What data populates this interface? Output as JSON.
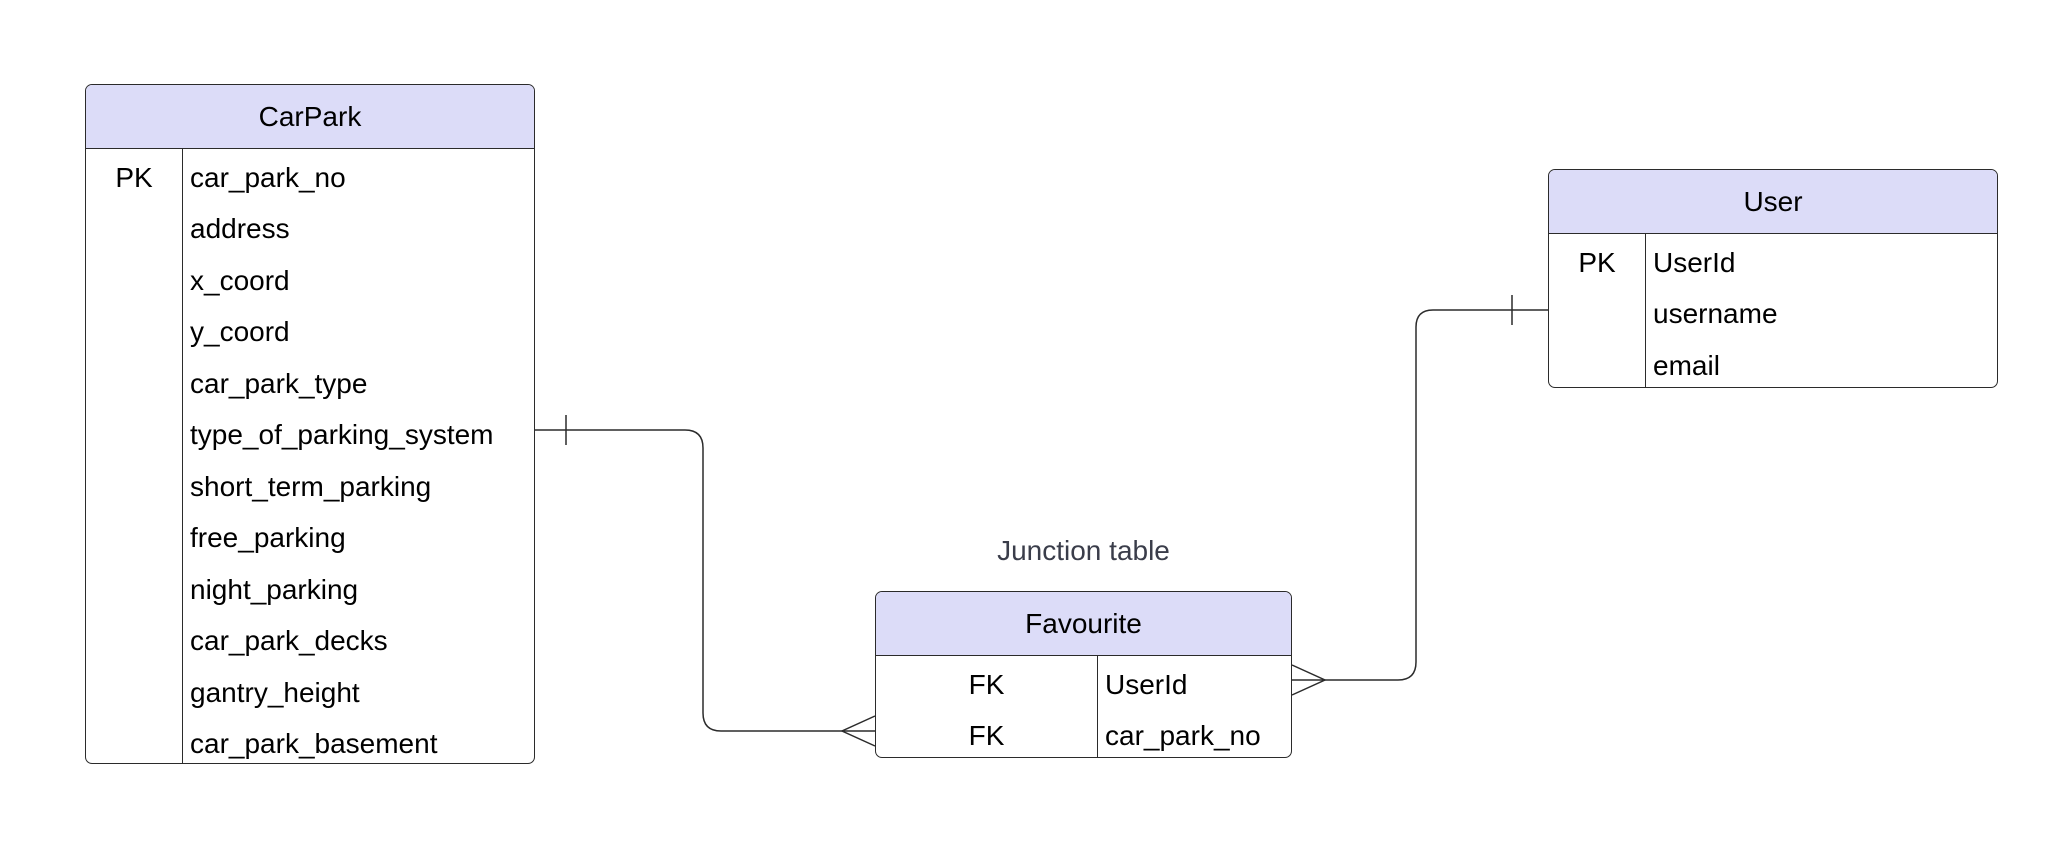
{
  "diagram": {
    "type": "entity-relationship",
    "accent_color": "#dcdcf8",
    "line_color": "#2b2b2b",
    "entities": {
      "carpark": {
        "title": "CarPark",
        "rows": [
          {
            "key": "PK",
            "field": "car_park_no"
          },
          {
            "key": "",
            "field": "address"
          },
          {
            "key": "",
            "field": "x_coord"
          },
          {
            "key": "",
            "field": "y_coord"
          },
          {
            "key": "",
            "field": "car_park_type"
          },
          {
            "key": "",
            "field": "type_of_parking_system"
          },
          {
            "key": "",
            "field": "short_term_parking"
          },
          {
            "key": "",
            "field": "free_parking"
          },
          {
            "key": "",
            "field": "night_parking"
          },
          {
            "key": "",
            "field": "car_park_decks"
          },
          {
            "key": "",
            "field": "gantry_height"
          },
          {
            "key": "",
            "field": "car_park_basement"
          }
        ]
      },
      "user": {
        "title": "User",
        "rows": [
          {
            "key": "PK",
            "field": "UserId"
          },
          {
            "key": "",
            "field": "username"
          },
          {
            "key": "",
            "field": "email"
          }
        ]
      },
      "favourite": {
        "title": "Favourite",
        "rows": [
          {
            "key": "FK",
            "field": "UserId"
          },
          {
            "key": "FK",
            "field": "car_park_no"
          }
        ]
      }
    },
    "annotations": {
      "junction_label": "Junction table"
    },
    "relationships": [
      {
        "from": "CarPark",
        "from_cardinality": "one",
        "to": "Favourite",
        "to_cardinality": "many"
      },
      {
        "from": "User",
        "from_cardinality": "one",
        "to": "Favourite",
        "to_cardinality": "many"
      }
    ]
  }
}
